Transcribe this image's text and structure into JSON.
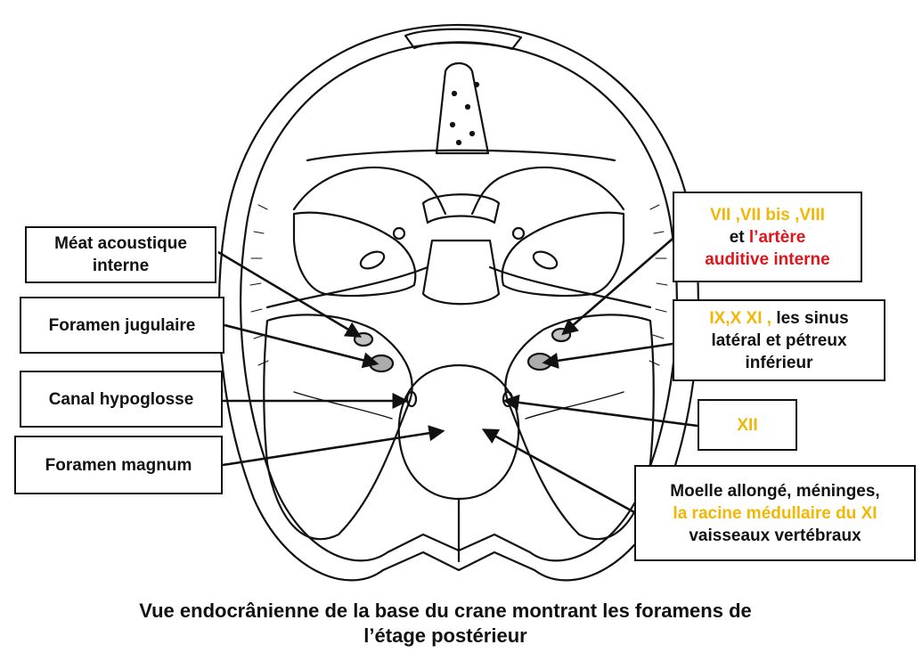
{
  "labels_left": {
    "meat": {
      "line1": "Méat acoustique",
      "line2": "interne"
    },
    "jugular": "Foramen jugulaire",
    "hypoglossal": "Canal hypoglosse",
    "magnum": "Foramen magnum"
  },
  "labels_right": {
    "nerves_vii_viii": {
      "yellow": "VII ,VII bis ,VIII",
      "black": "et",
      "red_a": "l’artère",
      "red_b": "auditive interne"
    },
    "nerves_ix_xi": {
      "yellow": "IX,X XI ,",
      "black_a": "les sinus",
      "black_b": "latéral et pétreux",
      "black_c": "inférieur"
    },
    "nerve_xii": "XII",
    "magnum_contents": {
      "line1": "Moelle allongé, méninges,",
      "line2": "la racine médullaire du XI",
      "line3": "vaisseaux  vertébraux"
    }
  },
  "caption": {
    "line1": "Vue endocrânienne de la base du crane montrant les foramens  de",
    "line2": "l’étage postérieur"
  },
  "colors": {
    "nerve_yellow": "#f2b705",
    "artery_red": "#e0151b",
    "ink": "#111111"
  }
}
